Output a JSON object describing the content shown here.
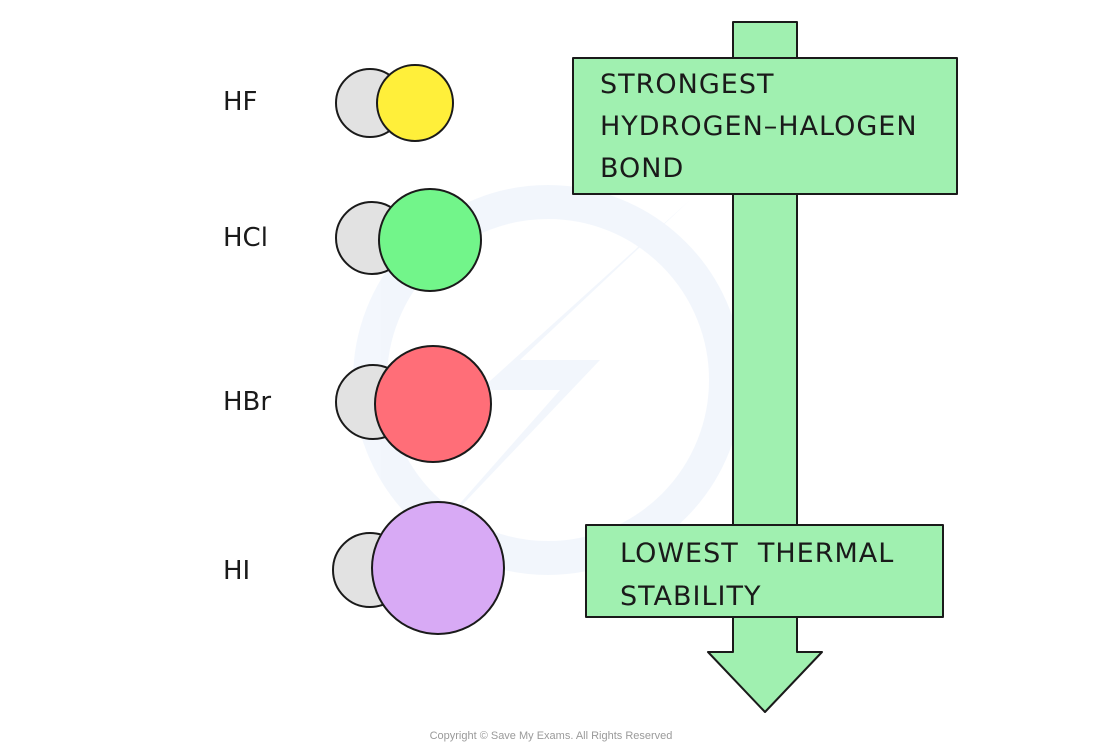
{
  "molecules": [
    {
      "label": "HF",
      "halogen_color": "#ffef3a"
    },
    {
      "label": "HCl",
      "halogen_color": "#72f58a"
    },
    {
      "label": "HBr",
      "halogen_color": "#ff6e78"
    },
    {
      "label": "HI",
      "halogen_color": "#d8aaf5"
    }
  ],
  "hydrogen_color": "#e2e2e2",
  "arrow_color": "#a0f0b0",
  "top_box": {
    "lines": [
      "STRONGEST",
      "HYDROGEN–HALOGEN",
      "BOND"
    ]
  },
  "bottom_box": {
    "lines": [
      "LOWEST  THERMAL",
      "STABILITY"
    ]
  },
  "copyright": "Copyright © Save My Exams. All Rights Reserved"
}
